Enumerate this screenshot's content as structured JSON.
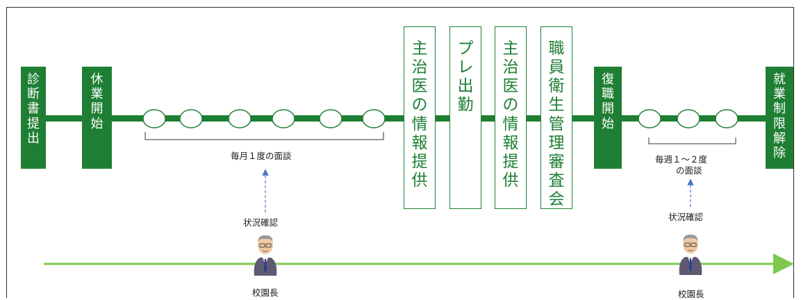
{
  "steps": {
    "diagnosis_submission": "診断書提出",
    "leave_start": "休業開始",
    "doctor_info_1": "主治医の情報提供",
    "pre_work": "プレ出勤",
    "doctor_info_2": "主治医の情報提供",
    "staff_health_committee": "職員衛生管理審査会",
    "return_start": "復職開始",
    "restriction_removed": "就業制限解除"
  },
  "notes": {
    "monthly_interview": "毎月１度の面談",
    "weekly_interview_line1": "毎週１～２度",
    "weekly_interview_line2": "の面談",
    "status_check_1": "状況確認",
    "status_check_2": "状況確認",
    "principal_1": "校園長",
    "principal_2": "校園長"
  },
  "colors": {
    "timeline_dark_green": "#1e7f34",
    "timeline_light_green": "#7ec850",
    "arrow_blue": "#4a78c2",
    "box_text_white": "#ffffff"
  },
  "icons": {
    "principal": "person-in-suit-icon",
    "interview_marker": "oval-marker"
  }
}
